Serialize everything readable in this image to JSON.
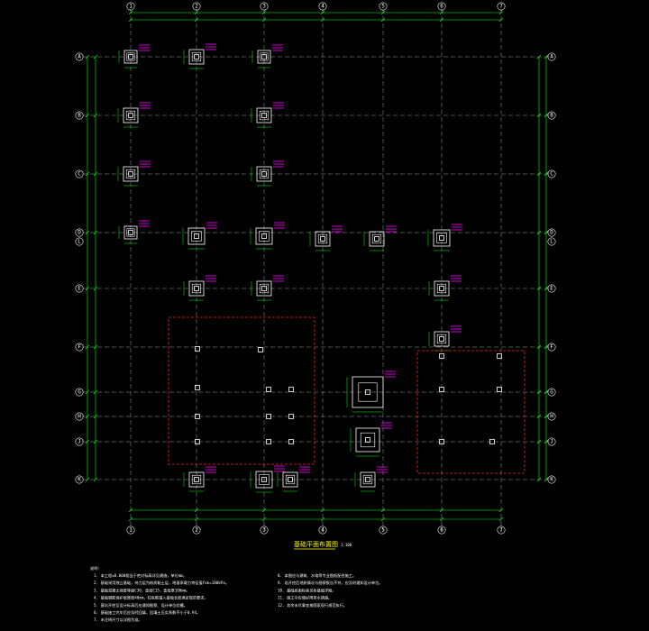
{
  "drawing": {
    "title": "基础平面布置图",
    "scale": "1:100",
    "col_axes": [
      "1",
      "2",
      "3",
      "4",
      "5",
      "6",
      "7"
    ],
    "row_axes": [
      "A",
      "B",
      "C",
      "D",
      "E",
      "F",
      "G",
      "H",
      "J",
      "K",
      "L"
    ],
    "notes_title": "说明：",
    "notes_left": [
      "1. 本工程±0.000相当于绝对标高详见建施，单位mm。",
      "2. 基础采用独立基础，持力层为粉质黏土层，地基承载力特征值fak=180kPa。",
      "3. 基础混凝土强度等级C30，垫层C15，垫层厚100mm。",
      "4. 基础钢筋保护层厚度40mm，柱纵筋锚入基础长度满足规范要求。",
      "5. 基坑开挖至设计标高后应通知勘察、设计单位验槽。",
      "6. 基础施工完毕后应及时回填，回填土压实系数不小于0.94。",
      "7. 未注明尺寸以详图为准。"
    ],
    "notes_right": [
      "8. 本图应与建筑、水电等专业图纸配合施工。",
      "9. 若开挖后地质情况与勘察报告不符，应及时通知设计单位。",
      "10. 基础底面标高见各基础详图。",
      "11. 施工中应做好降排水措施。",
      "12. 其余未尽事宜按国家现行规范执行。"
    ],
    "colors": {
      "axis": "#ffffff",
      "grid": "#9aa0a6",
      "dim": "#00ff00",
      "foot": "#ffffff",
      "label": "#ff00ff",
      "highlight": "#ff2020"
    }
  }
}
